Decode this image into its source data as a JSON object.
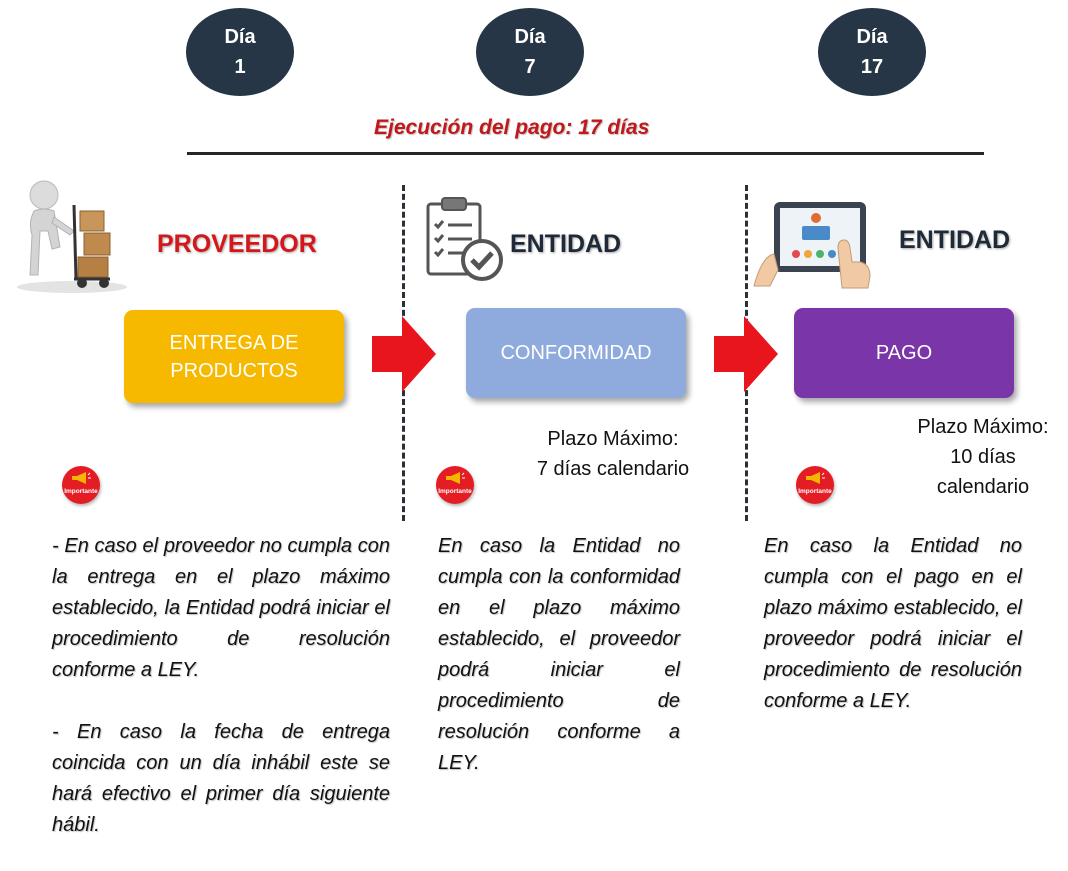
{
  "days": [
    {
      "label": "Día",
      "number": "1"
    },
    {
      "label": "Día",
      "number": "7"
    },
    {
      "label": "Día",
      "number": "17"
    }
  ],
  "execution_label": "Ejecución del pago: 17 días",
  "columns": [
    {
      "role": "PROVEEDOR",
      "box": [
        "ENTREGA DE",
        "PRODUCTOS"
      ],
      "role_color": "#d3171b",
      "box_color": "#f7b900"
    },
    {
      "role": "ENTIDAD",
      "box": [
        "CONFORMIDAD"
      ],
      "role_color": "#1e2a38",
      "box_color": "#8fabdd"
    },
    {
      "role": "ENTIDAD",
      "box": [
        "PAGO"
      ],
      "role_color": "#1e2a38",
      "box_color": "#7a35a8"
    }
  ],
  "plazos": [
    {
      "lines": [
        "Plazo Máximo:",
        "7 días calendario"
      ]
    },
    {
      "lines": [
        "Plazo Máximo:",
        "10 días",
        "calendario"
      ]
    }
  ],
  "badge_label": "Importante",
  "notes": {
    "col1": [
      "- En caso el proveedor no cumpla con la entrega en el plazo máximo establecido, la Entidad podrá iniciar el procedimiento de resolución conforme a LEY.",
      "- En caso la fecha de entrega coincida con un día inhábil este se hará efectivo el primer día siguiente hábil."
    ],
    "col2": "En caso la Entidad no cumpla con la conformidad en el plazo máximo establecido, el proveedor podrá iniciar el procedimiento de resolución conforme a LEY.",
    "col3": "En caso la Entidad no cumpla con el pago en el plazo máximo establecido, el proveedor podrá iniciar el procedimiento de resolución conforme a LEY."
  },
  "colors": {
    "day_circle": "#263646",
    "arrow": "#e8161c",
    "exec_text": "#c0181b"
  },
  "icons": [
    "delivery-person-icon",
    "checklist-icon",
    "tablet-payment-icon",
    "megaphone-icon"
  ]
}
